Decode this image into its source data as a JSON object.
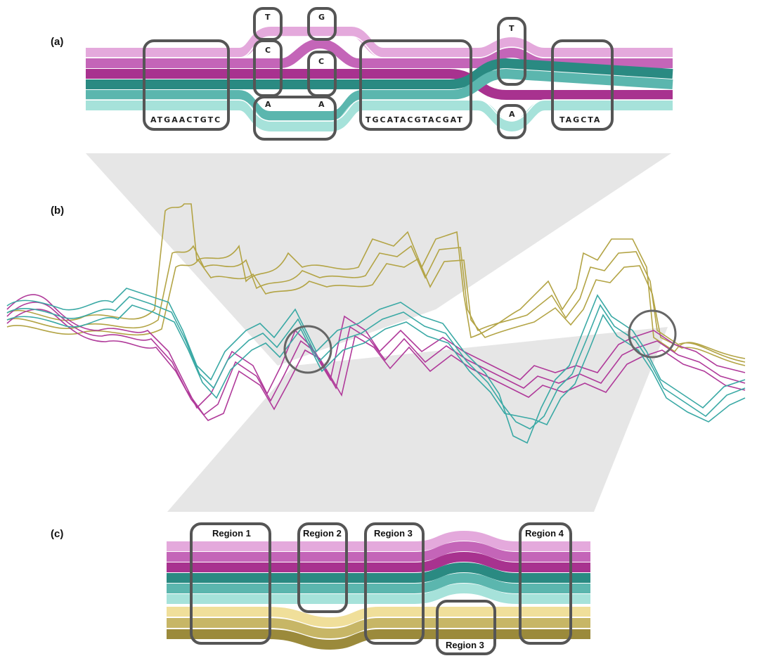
{
  "panels": {
    "a": {
      "label": "(a)"
    },
    "b": {
      "label": "(b)"
    },
    "c": {
      "label": "(c)"
    }
  },
  "colors": {
    "pink_light": "#e4a9dc",
    "pink_mid": "#c465b8",
    "pink_dark": "#a8328f",
    "teal_dark": "#2a8a82",
    "teal_mid": "#5bb6ae",
    "teal_light": "#a6e2da",
    "olive_light": "#f0df9a",
    "olive_mid": "#c7b666",
    "olive_dark": "#9b8a3b",
    "box_stroke": "#555555",
    "zoom_fill": "#d8d8d8"
  },
  "panel_a": {
    "sequences": [
      "ATGAACTGTC",
      "TGCATACGTACGAT",
      "TAGCTA"
    ],
    "variant_bases": [
      "T",
      "C",
      "G",
      "C",
      "A",
      "A",
      "T",
      "A"
    ]
  },
  "panel_c": {
    "regions": [
      "Region 1",
      "Region 2",
      "Region 3",
      "Region 4",
      "Region 3"
    ]
  }
}
